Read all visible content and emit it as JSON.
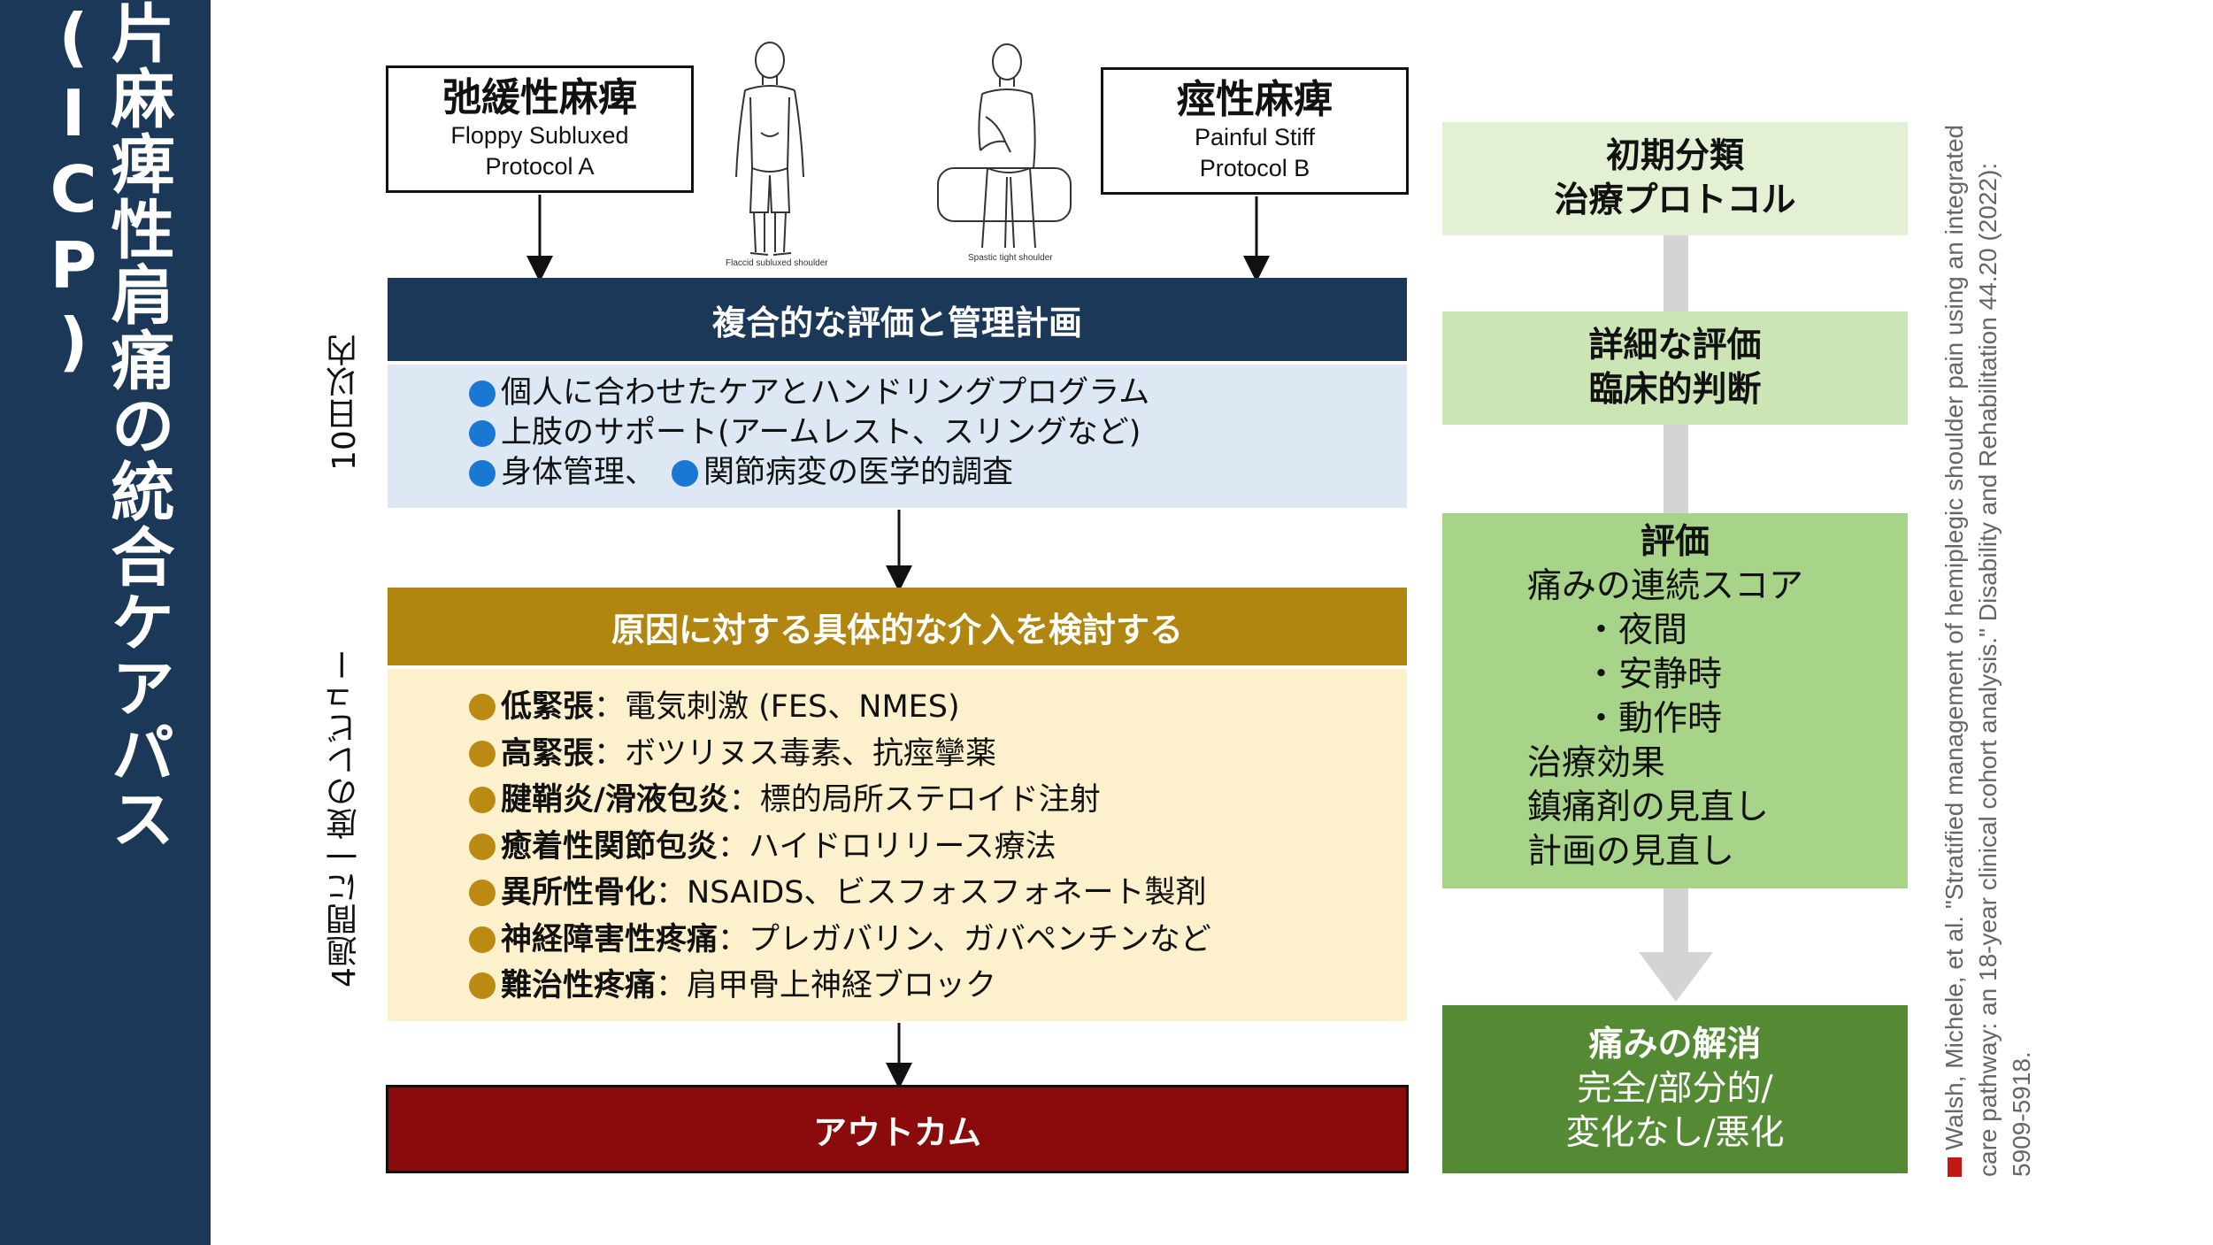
{
  "sidebar": {
    "title": "片麻痺性肩痛の統合ケアパス (ICP)"
  },
  "timeline": {
    "label_top": "10日以内",
    "label_bottom": "4週間に一度のレビュー"
  },
  "protocols": {
    "a": {
      "jp": "弛緩性麻痺",
      "en1": "Floppy Subluxed",
      "en2": "Protocol A"
    },
    "b": {
      "jp": "痙性麻痺",
      "en1": "Painful Stiff",
      "en2": "Protocol B"
    }
  },
  "figures": {
    "left_caption": "Flaccid subluxed shoulder",
    "right_caption": "Spastic tight shoulder",
    "left_icon": "flaccid-shoulder-figure",
    "right_icon": "spastic-shoulder-figure"
  },
  "assessment": {
    "title": "複合的な評価と管理計画",
    "items": [
      "個人に合わせたケアとハンドリングプログラム",
      "上肢のサポート(アームレスト、スリングなど)",
      "身体管理、"
    ],
    "item3b": "関節病変の医学的調査"
  },
  "intervention": {
    "title": "原因に対する具体的な介入を検討する",
    "items": [
      {
        "label": "低緊張",
        "text": "：電気刺激 (FES、NMES)"
      },
      {
        "label": "高緊張",
        "text": "：ボツリヌス毒素、抗痙攣薬"
      },
      {
        "label": "腱鞘炎/滑液包炎",
        "text": "：標的局所ステロイド注射"
      },
      {
        "label": "癒着性関節包炎",
        "text": "：ハイドロリリース療法"
      },
      {
        "label": "異所性骨化",
        "text": "：NSAIDS、ビスフォスフォネート製剤"
      },
      {
        "label": "神経障害性疼痛",
        "text": "：プレガバリン、ガバペンチンなど"
      },
      {
        "label": "難治性疼痛",
        "text": "：肩甲骨上神経ブロック"
      }
    ]
  },
  "outcome": {
    "title": "アウトカム"
  },
  "right_column": {
    "box1": {
      "line1": "初期分類",
      "line2": "治療プロトコル"
    },
    "box2": {
      "line1": "詳細な評価",
      "line2": "臨床的判断"
    },
    "box3": {
      "title": "評価",
      "line1": "痛みの連続スコア",
      "sub1": "・夜間",
      "sub2": "・安静時",
      "sub3": "・動作時",
      "line2": "治療効果",
      "line3": "鎮痛剤の見直し",
      "line4": "計画の見直し"
    },
    "box4": {
      "line1": "痛みの解消",
      "line2": "完全/部分的/",
      "line3": "変化なし/悪化"
    }
  },
  "citation": {
    "text": "Walsh, Michele, et al. \"Stratified management of hemiplegic shoulder pain using an integrated care pathway: an 18-year clinical cohort analysis.\" Disability and Rehabilitation 44.20 (2022): 5909-5918."
  },
  "colors": {
    "navy": "#1b3858",
    "gold": "#b08610",
    "maroon": "#8b0b0c",
    "blue_dot": "#1a78d2",
    "green_dark": "#548a34"
  }
}
